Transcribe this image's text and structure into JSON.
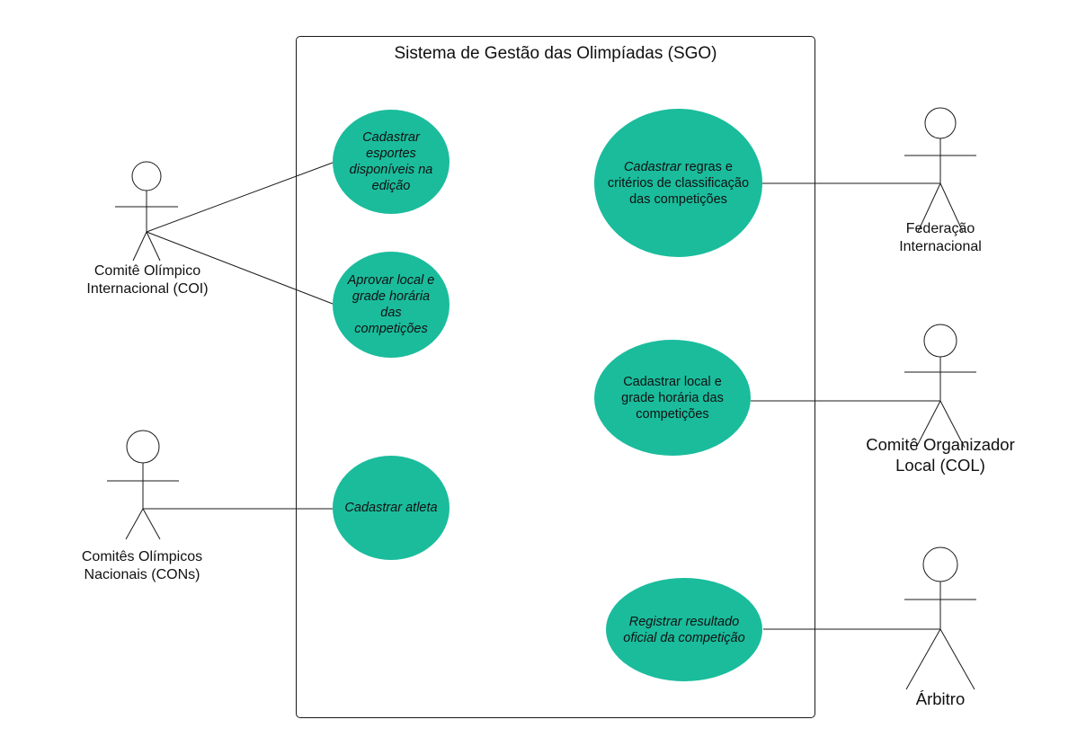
{
  "system": {
    "title": "Sistema de Gestão das Olimpíadas (SGO)"
  },
  "actors": {
    "coi": {
      "line1": "Comitê Olímpico",
      "line2": "Internacional (COI)"
    },
    "cons": {
      "line1": "Comitês Olímpicos",
      "line2": "Nacionais (CONs)"
    },
    "fi": {
      "line1": "Federação",
      "line2": "Internacional"
    },
    "col": {
      "line1": "Comitê Organizador",
      "line2": "Local (COL)"
    },
    "arbitro": {
      "line1": "Árbitro"
    }
  },
  "use_cases": {
    "cadastrar_esportes": {
      "line1": "Cadastrar",
      "line2": "esportes",
      "line3": "disponíveis na",
      "line4": "edição"
    },
    "aprovar_local": {
      "line1": "Aprovar local e",
      "line2": "grade horária das",
      "line3": "competições"
    },
    "cadastrar_atleta": {
      "line1": "Cadastrar atleta"
    },
    "cadastrar_regras": {
      "line1_italic": "Cadastrar",
      "line1_rest": " regras e",
      "line2": "critérios de classificação",
      "line3": "das competições"
    },
    "cadastrar_local": {
      "line1": "Cadastrar local e",
      "line2": "grade horária das",
      "line3": "competições"
    },
    "registrar_resultado": {
      "line1": "Registrar resultado",
      "line2": "oficial da competição"
    }
  },
  "colors": {
    "use_case_fill": "#1abc9c",
    "stroke": "#1a1a1a"
  }
}
